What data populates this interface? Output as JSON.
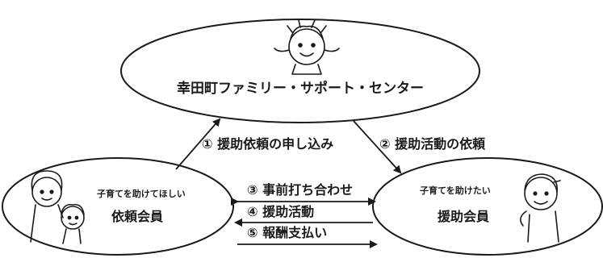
{
  "center": {
    "title": "幸田町ファミリー・サポート・センター"
  },
  "steps": {
    "s1": "① 援助依頼の申し込み",
    "s2": "② 援助活動の依頼",
    "s3": "③ 事前打ち合わせ",
    "s4": "④ 援助活動",
    "s5": "⑤ 報酬支払い"
  },
  "left": {
    "subtitle": "子育てを助けてほしい",
    "title": "依頼会員"
  },
  "right": {
    "subtitle": "子育てを助けたい",
    "title": "援助会員"
  }
}
